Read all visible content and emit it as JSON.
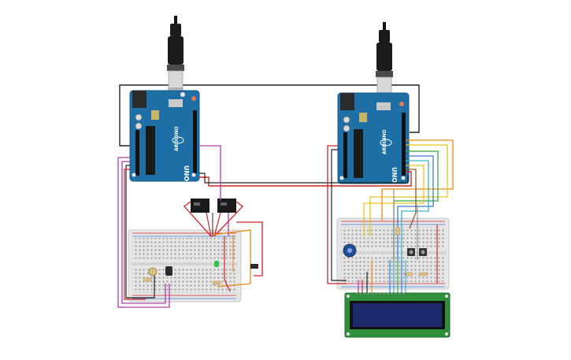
{
  "board_left": {
    "brand_label": "ARDUINO",
    "model_label": "UNO"
  },
  "board_right": {
    "brand_label": "ARDUINO",
    "model_label": "UNO"
  },
  "colors": {
    "arduino_blue": "#1d6fa5",
    "arduino_dark": "#155a88",
    "breadboard": "#e6e6e6",
    "lcd_pcb": "#2f8f3a",
    "lcd_screen": "#1d2a6b",
    "wire_black": "#222222",
    "wire_red": "#d42424",
    "wire_magenta": "#b03aa8",
    "wire_orange": "#e88b17",
    "wire_yellow": "#e8c51d",
    "wire_green": "#35a845",
    "wire_blue": "#3b7ad9",
    "wire_cyan": "#35b6c9",
    "wire_brown": "#8a5a2b",
    "wire_gray": "#888888"
  }
}
